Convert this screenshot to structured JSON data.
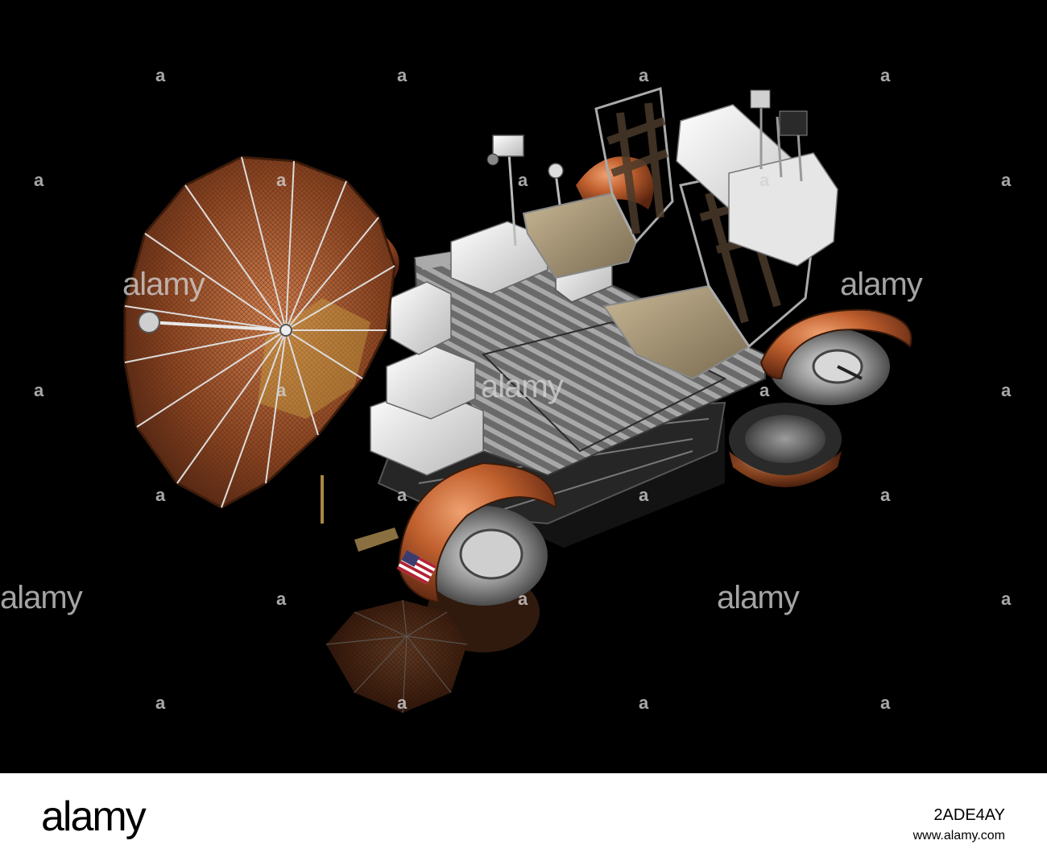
{
  "watermark": {
    "brand": "alamy",
    "mark": "a"
  },
  "footer": {
    "logo": "alamy",
    "image_id": "2ADE4AY",
    "url": "www.alamy.com"
  },
  "colors": {
    "background": "#000000",
    "copper": "#b85a2c",
    "metal": "#c8c8c8",
    "panel": "#e8e8e8",
    "footer": "#ffffff"
  }
}
